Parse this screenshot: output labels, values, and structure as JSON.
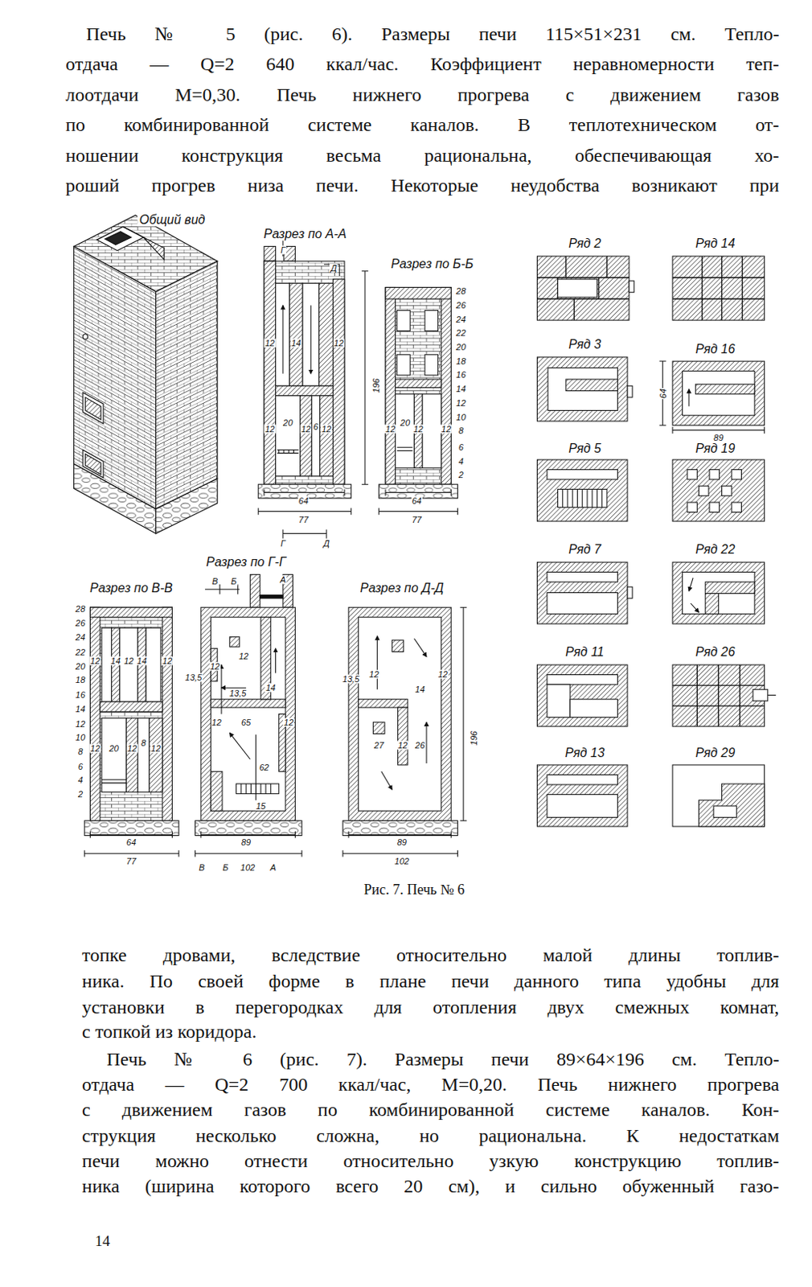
{
  "diagram": {
    "caption": "Рис. 7. Печь № 6",
    "labels": [
      "Печь № 5 (рис. 6). Размеры печи 115×51×231 см. Тепло-",
      "отдача — Q=2 640 ккал/час. Коэффициент неравномерности теп-",
      "лоотдачи M=0,30. Печь нижнего прогрева с движением газов",
      "по комбинированной системе каналов. В теплотехническом от-",
      "ношении конструкция весьма рациональна, обеспечивающая хо-",
      "роший прогрев низа печи. Некоторые неудобства возникают при",
      "Общий вид",
      "Разрез по А-А",
      "Разрез по Б-Б",
      "Г",
      "Д",
      "12",
      "14",
      "12",
      "12",
      "20",
      "12",
      "6",
      "12",
      "196",
      "64",
      "77",
      "Г",
      "Д",
      "28",
      "26",
      "24",
      "22",
      "20",
      "18",
      "16",
      "14",
      "12",
      "10",
      "8",
      "6",
      "4",
      "2",
      "12",
      "20",
      "12",
      "12",
      "64",
      "77",
      "Ряд 2",
      "Ряд 14",
      "Ряд 3",
      "Ряд 16",
      "64",
      "89",
      "Ряд 5",
      "Ряд 19",
      "Ряд 7",
      "Ряд 22",
      "Ряд 11",
      "Ряд 26",
      "Ряд 13",
      "Ряд 29",
      "Разрез по В-В",
      "28",
      "26",
      "24",
      "22",
      "20",
      "18",
      "16",
      "14",
      "12",
      "10",
      "8",
      "6",
      "4",
      "2",
      "12",
      "14",
      "12",
      "14",
      "12",
      "12",
      "20",
      "12",
      "8",
      "12",
      "64",
      "77",
      "Разрез по Г-Г",
      "В",
      "Б",
      "А",
      "12",
      "12",
      "13,5",
      "14",
      "13,5",
      "12",
      "65",
      "12",
      "62",
      "15",
      "89",
      "В",
      "Б",
      "102",
      "А",
      "Разрез по Д-Д",
      "13,5",
      "12",
      "14",
      "12",
      "27",
      "12",
      "26",
      "196",
      "89",
      "102",
      "топке дровами, вследствие относительно малой длины топлив-",
      "ника. По своей форме в плане печи данного типа удобны для",
      "установки в перегородках для отопления двух смежных комнат,",
      "с топкой из коридора.",
      "Печь № 6 (рис. 7). Размеры печи 89×64×196 см. Тепло-",
      "отдача — Q=2 700 ккал/час, M=0,20. Печь нижнего прогрева",
      "с движением газов по комбинированной системе каналов. Кон-",
      "струкция несколько сложна, но рациональна. К недостаткам",
      "печи можно отнести относительно узкую конструкцию топлив-",
      "ника (ширина которого всего 20 см), и сильно обуженный газо-",
      "14"
    ]
  }
}
